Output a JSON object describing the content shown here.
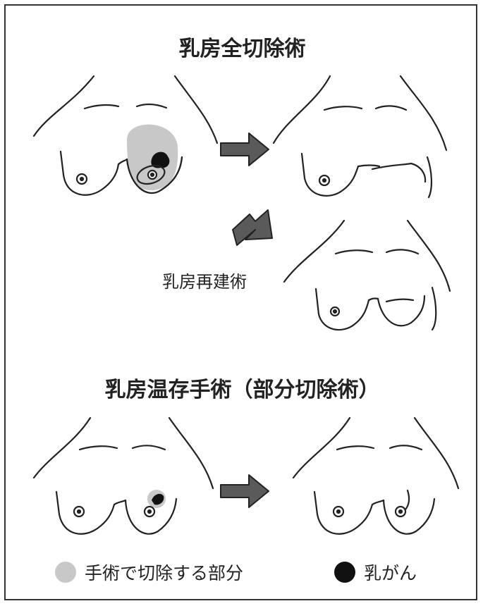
{
  "titles": {
    "mastectomy": "乳房全切除術",
    "conserving": "乳房温存手術（部分切除術）"
  },
  "labels": {
    "reconstruction": "乳房再建術"
  },
  "legend": {
    "removed_label": "手術で切除する部分",
    "removed_color": "#c8c8c8",
    "cancer_label": "乳がん",
    "cancer_color": "#111111"
  },
  "colors": {
    "outline": "#222222",
    "arrow": "#5a5a5a"
  }
}
